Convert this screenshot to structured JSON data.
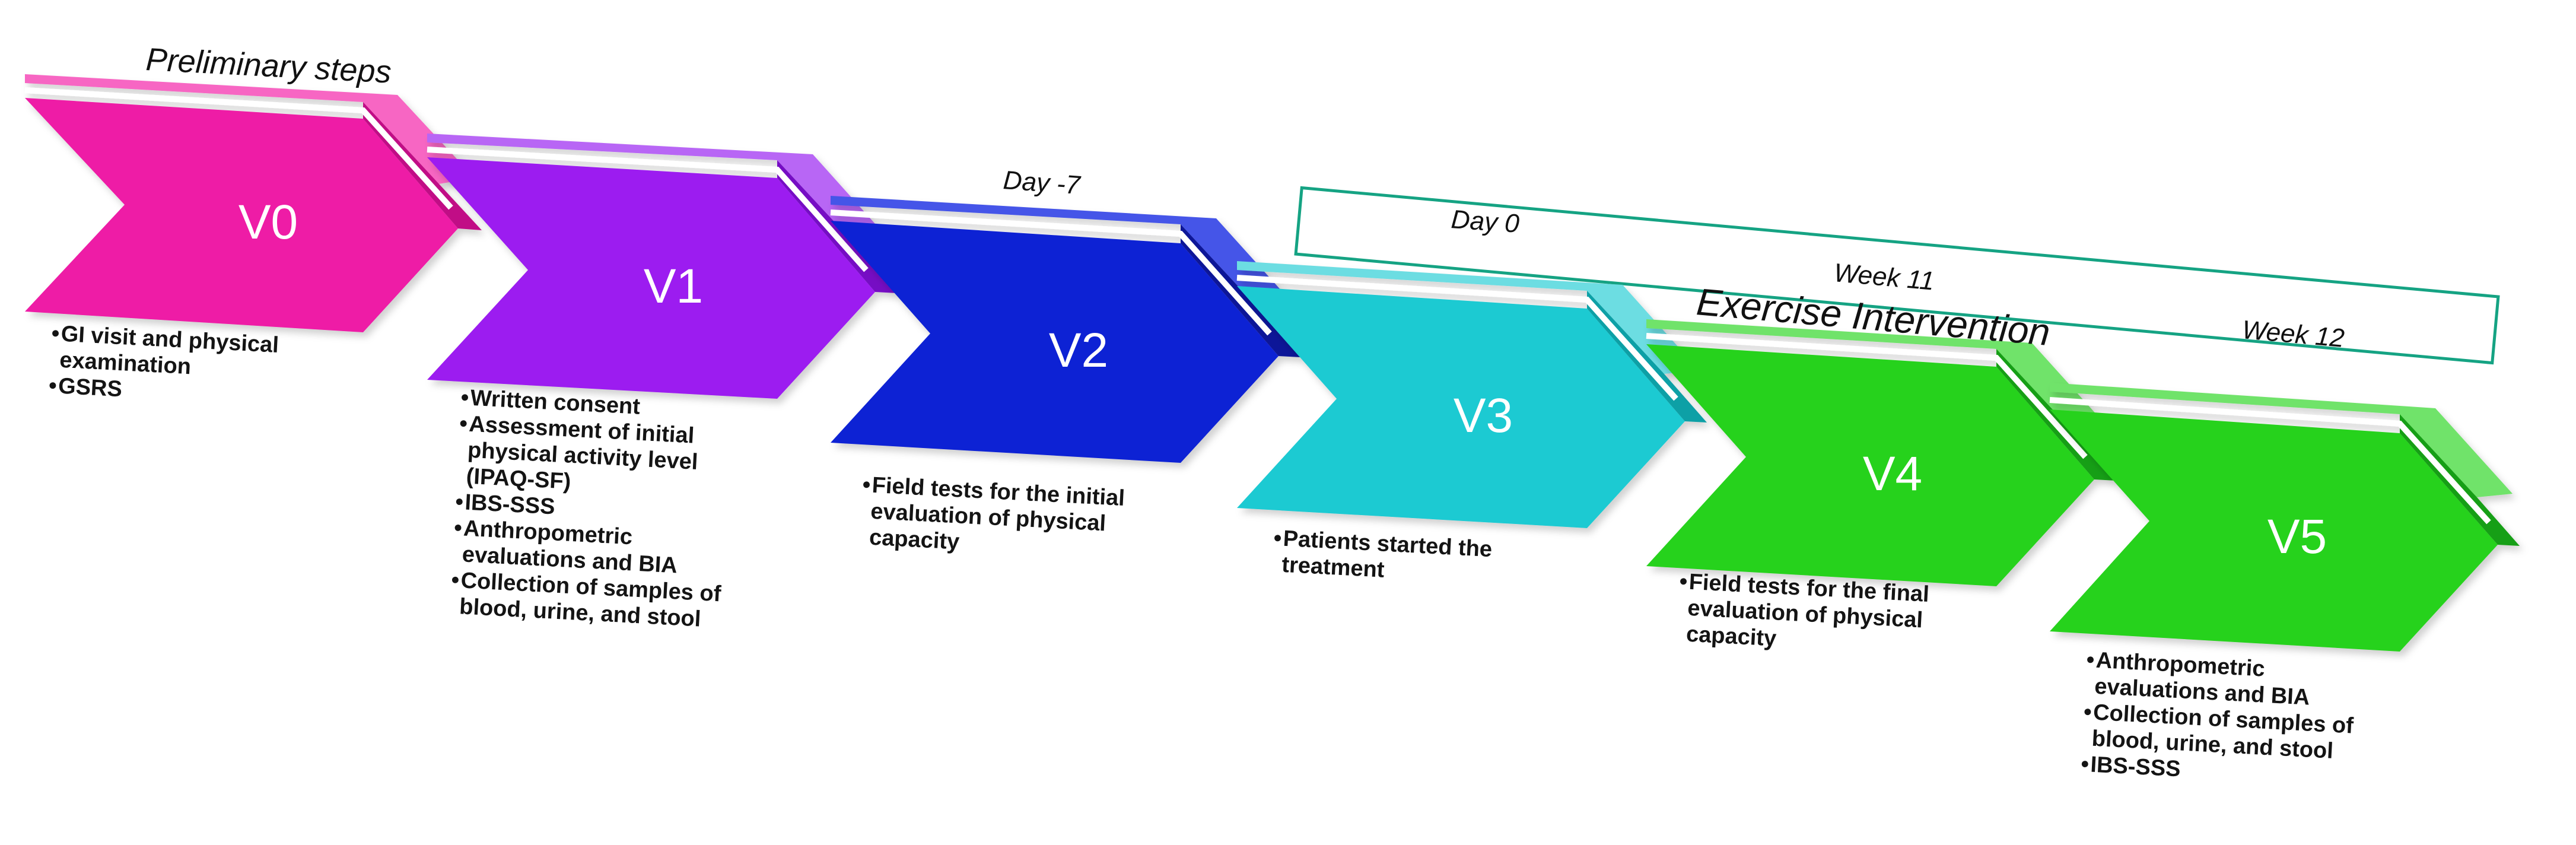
{
  "preliminary_label": "Preliminary steps",
  "day_minus7_label": "Day -7",
  "day0_label": "Day 0",
  "week11_label": "Week 11",
  "week12_label": "Week 12",
  "intervention_label": "Exercise Intervention",
  "colors": {
    "v0": "#ee1fa6",
    "v1": "#9c1ef0",
    "v2": "#1020d4",
    "v3": "#1ccad2",
    "v4": "#26d21e",
    "v5": "#26d21e",
    "intervention_border": "#15a383"
  },
  "visits": [
    {
      "label": "V0",
      "bullets": [
        "GI visit and physical\nexamination",
        "GSRS"
      ]
    },
    {
      "label": "V1",
      "bullets": [
        "Written consent",
        "Assessment of initial\nphysical activity level\n(IPAQ-SF)",
        "IBS-SSS",
        "Anthropometric\nevaluations and BIA",
        "Collection of samples of\nblood, urine, and stool"
      ]
    },
    {
      "label": "V2",
      "bullets": [
        "Field tests for the initial\nevaluation of physical\ncapacity"
      ]
    },
    {
      "label": "V3",
      "bullets": [
        "Patients started the\ntreatment"
      ]
    },
    {
      "label": "V4",
      "bullets": [
        "Field tests for the final\nevaluation of physical\ncapacity"
      ]
    },
    {
      "label": "V5",
      "bullets": [
        "Anthropometric\nevaluations and BIA",
        "Collection of samples of\nblood, urine, and stool",
        "IBS-SSS"
      ]
    }
  ]
}
